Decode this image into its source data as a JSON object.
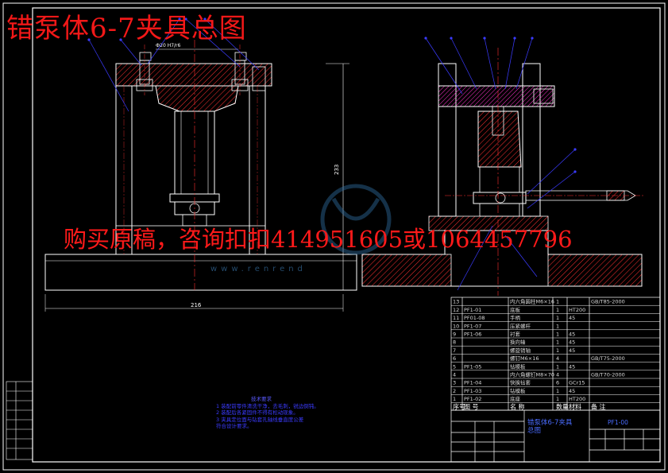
{
  "header": {
    "title": "错泵体6-7夹具总图",
    "title_color": "#ff1a1a"
  },
  "promo": {
    "text": "购买原稿，咨询扣扣414951605或1064457796"
  },
  "watermark": {
    "text": "www.renrend"
  },
  "dimensions": {
    "width": "216",
    "height": "233",
    "top_small": "Ф20 H7/r6"
  },
  "bom": {
    "rows": [
      {
        "no": "13",
        "code": "",
        "name": "内六角圆柱M6×16",
        "qty": "1",
        "material": "",
        "note": "GB/T85-2000"
      },
      {
        "no": "12",
        "code": "PF1-01",
        "name": "底板",
        "qty": "1",
        "material": "HT200",
        "note": ""
      },
      {
        "no": "11",
        "code": "PF01-08",
        "name": "手柄",
        "qty": "1",
        "material": "45",
        "note": ""
      },
      {
        "no": "10",
        "code": "PF1-07",
        "name": "压紧螺杆",
        "qty": "1",
        "material": "",
        "note": ""
      },
      {
        "no": "9",
        "code": "PF1-06",
        "name": "衬套",
        "qty": "1",
        "material": "45",
        "note": ""
      },
      {
        "no": "8",
        "code": "",
        "name": "换向轴",
        "qty": "1",
        "material": "45",
        "note": ""
      },
      {
        "no": "7",
        "code": "",
        "name": "螺旋销轴",
        "qty": "1",
        "material": "45",
        "note": ""
      },
      {
        "no": "6",
        "code": "",
        "name": "螺钉M6×16",
        "qty": "4",
        "material": "",
        "note": "GB/T75-2000"
      },
      {
        "no": "5",
        "code": "PF1-05",
        "name": "钻模板",
        "qty": "1",
        "material": "45",
        "note": ""
      },
      {
        "no": "4",
        "code": "",
        "name": "内六角螺钉M8×70",
        "qty": "4",
        "material": "",
        "note": "GB/T70-2000"
      },
      {
        "no": "3",
        "code": "PF1-04",
        "name": "快换钻套",
        "qty": "6",
        "material": "GCr15",
        "note": ""
      },
      {
        "no": "2",
        "code": "PF1-03",
        "name": "钻模板",
        "qty": "1",
        "material": "45",
        "note": ""
      },
      {
        "no": "1",
        "code": "PF1-02",
        "name": "底座",
        "qty": "1",
        "material": "HT200",
        "note": ""
      }
    ],
    "header": {
      "no": "序号",
      "code": "图 号",
      "name": "名 称",
      "qty": "数量",
      "material": "材料",
      "note": "备 注"
    }
  },
  "notes": {
    "heading": "技术要求",
    "items": [
      "1  装配前零件清洗干净，去毛刺，锐边倒钝。",
      "2  装配后各紧固件不得有松动现象。",
      "3  夹具定位面与钻套孔轴线垂直度公差",
      "   符合设计要求。"
    ]
  },
  "title_block": {
    "name_line1": "错泵体6-7夹具",
    "name_line2": "总图",
    "code": "PF1-00"
  },
  "colors": {
    "outline": "#ffffff",
    "hatch": "#ff3030",
    "center": "#ff3030",
    "leader": "#3b3bff",
    "table": "#ffffff",
    "table_text": "#dcdcdc"
  }
}
